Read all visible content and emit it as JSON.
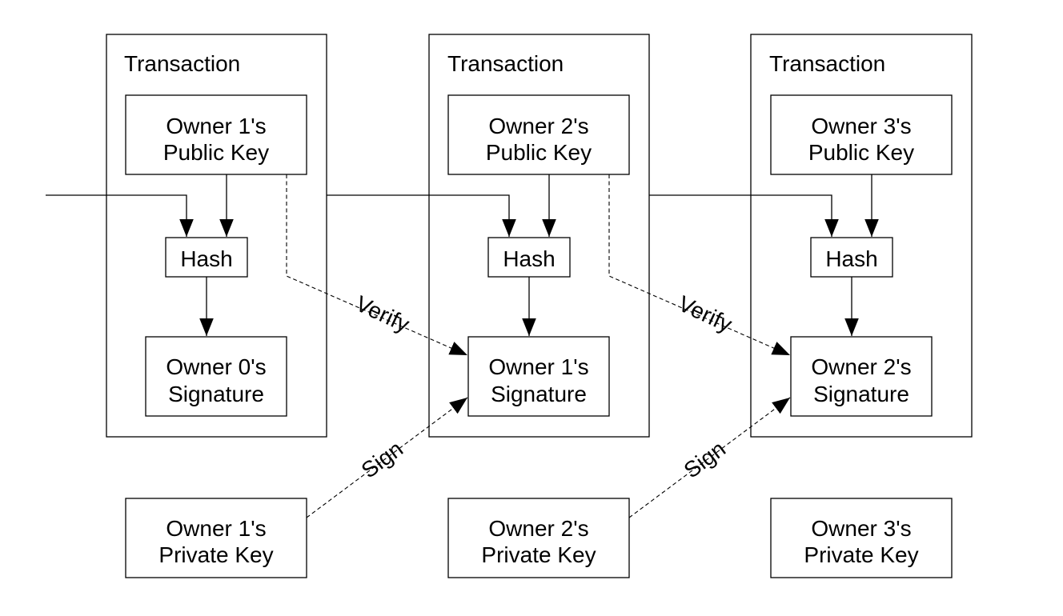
{
  "diagram": {
    "transactions": [
      {
        "title": "Transaction",
        "public_key": [
          "Owner 1's",
          "Public Key"
        ],
        "hash": "Hash",
        "signature": [
          "Owner 0's",
          "Signature"
        ]
      },
      {
        "title": "Transaction",
        "public_key": [
          "Owner 2's",
          "Public Key"
        ],
        "hash": "Hash",
        "signature": [
          "Owner 1's",
          "Signature"
        ]
      },
      {
        "title": "Transaction",
        "public_key": [
          "Owner 3's",
          "Public Key"
        ],
        "hash": "Hash",
        "signature": [
          "Owner 2's",
          "Signature"
        ]
      }
    ],
    "private_keys": [
      [
        "Owner 1's",
        "Private Key"
      ],
      [
        "Owner 2's",
        "Private Key"
      ],
      [
        "Owner 3's",
        "Private Key"
      ]
    ],
    "edge_labels": {
      "verify": "Verify",
      "sign": "Sign"
    },
    "colors": {
      "stroke": "#000000",
      "background": "#ffffff"
    }
  }
}
